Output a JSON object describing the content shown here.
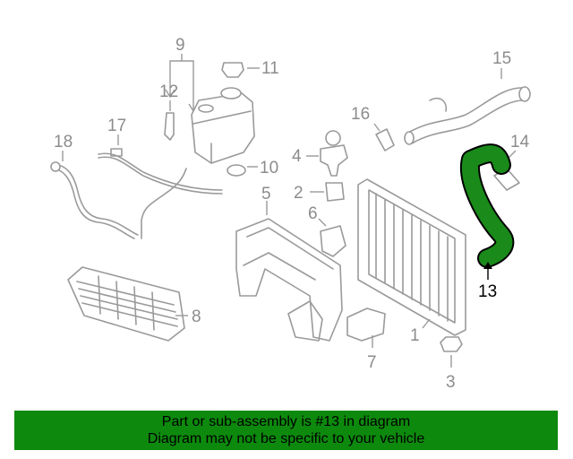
{
  "diagram": {
    "callouts": {
      "c1": "1",
      "c2": "2",
      "c3": "3",
      "c4": "4",
      "c5": "5",
      "c6": "6",
      "c7": "7",
      "c8": "8",
      "c9": "9",
      "c10": "10",
      "c11": "11",
      "c12": "12",
      "c13": "13",
      "c14": "14",
      "c15": "15",
      "c16": "16",
      "c17": "17",
      "c18": "18"
    },
    "highlight_part": "13",
    "highlight_color": "#1a8a1a",
    "line_color": "#9a9a9a"
  },
  "banner": {
    "line1": "Part or sub-assembly is #13 in diagram",
    "line2": "Diagram may not be specific to your vehicle",
    "color": "#0d8a0d"
  }
}
